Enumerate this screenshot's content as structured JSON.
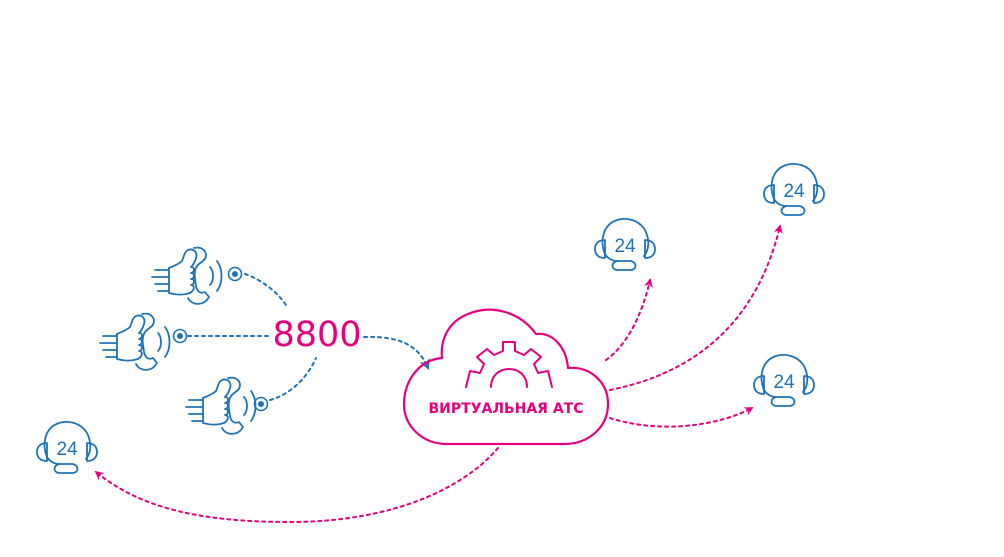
{
  "number_label": "8800",
  "cloud_label": "ВИРТУАЛЬНАЯ АТС",
  "agent_label": "24",
  "colors": {
    "accent": "#e6007e",
    "primary": "#1e73b8"
  },
  "icons": [
    "thumbs-up-phone-icon",
    "operator-headset-icon",
    "cloud-icon",
    "gear-icon"
  ]
}
